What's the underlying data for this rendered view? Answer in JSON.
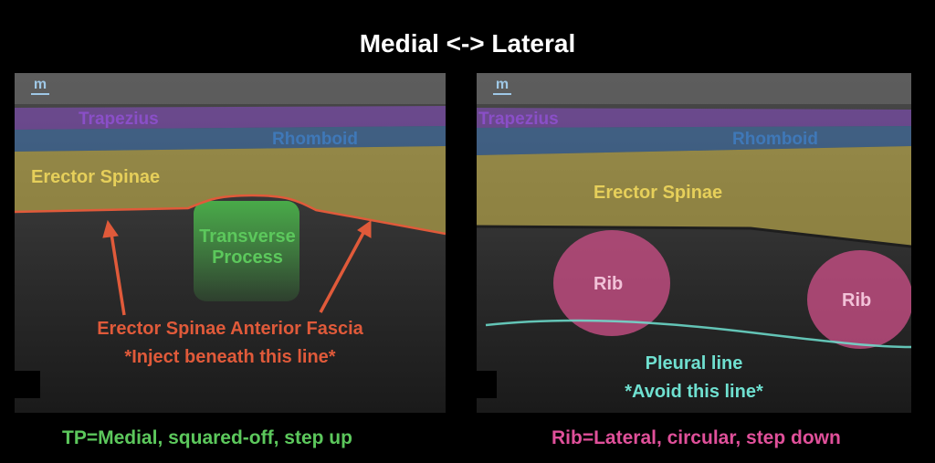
{
  "title": "Medial <-> Lateral",
  "left_panel": {
    "logo": "m",
    "trapezius": "Trapezius",
    "rhomboid": "Rhomboid",
    "erector_spinae": "Erector Spinae",
    "transverse_process": [
      "Transverse",
      "Process"
    ],
    "fascia_label": "Erector Spinae Anterior Fascia",
    "inject_note": "*Inject beneath this line*"
  },
  "right_panel": {
    "logo": "m",
    "trapezius": "Trapezius",
    "rhomboid": "Rhomboid",
    "erector_spinae": "Erector Spinae",
    "rib_1": "Rib",
    "rib_2": "Rib",
    "pleural_label": "Pleural line",
    "avoid_note": "*Avoid this line*"
  },
  "captions": {
    "left": "TP=Medial, squared-off, step up",
    "right": "Rib=Lateral, circular, step down"
  },
  "colors": {
    "trapezius": "#8a4fc8",
    "rhomboid": "#3f78b8",
    "erector_spinae": "#e6cf5a",
    "transverse_process": "#5cc85c",
    "fascia": "#e05a3a",
    "rib": "#d0508a",
    "pleural": "#6fe0d0"
  },
  "icons": [
    "arrow-icon",
    "logo-m-icon"
  ]
}
